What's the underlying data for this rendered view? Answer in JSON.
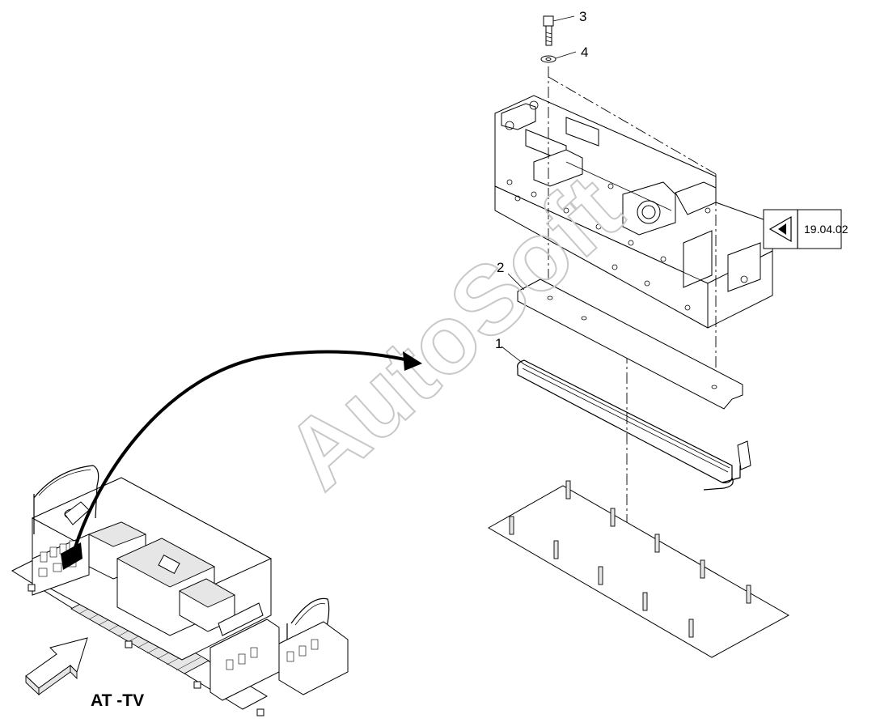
{
  "callouts": {
    "c1": "1",
    "c2": "2",
    "c3": "3",
    "c4": "4"
  },
  "reference": {
    "icon": "eye-icon",
    "label": "19.04.02"
  },
  "view_label": "AT -TV",
  "watermark": "AutoSoft",
  "colors": {
    "line": "#000000",
    "fill_grey": "#e6e6e6",
    "watermark": "#c8c8c8",
    "background": "#ffffff"
  }
}
